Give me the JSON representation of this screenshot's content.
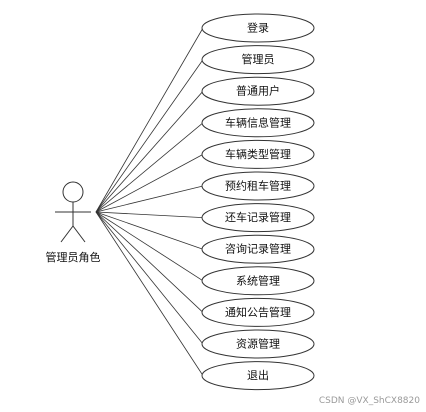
{
  "actor": {
    "label": "管理员角色"
  },
  "use_cases": [
    {
      "label": "登录"
    },
    {
      "label": "管理员"
    },
    {
      "label": "普通用户"
    },
    {
      "label": "车辆信息管理"
    },
    {
      "label": "车辆类型管理"
    },
    {
      "label": "预约租车管理"
    },
    {
      "label": "还车记录管理"
    },
    {
      "label": "咨询记录管理"
    },
    {
      "label": "系统管理"
    },
    {
      "label": "通知公告管理"
    },
    {
      "label": "资源管理"
    },
    {
      "label": "退出"
    }
  ],
  "watermark": "CSDN @VX_ShCX8820"
}
